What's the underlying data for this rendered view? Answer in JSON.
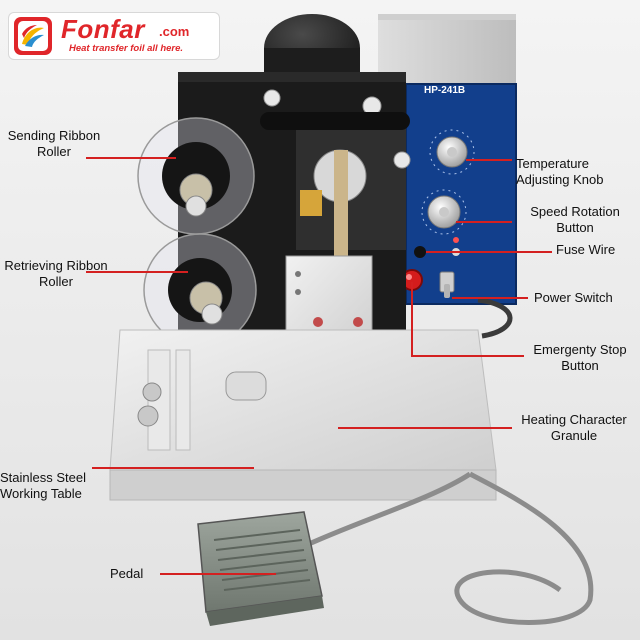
{
  "logo": {
    "brand": "Fonfar",
    "tld": ".com",
    "tagline": "Heat transfer foil all here."
  },
  "machine": {
    "model": "HP-241B"
  },
  "labels": {
    "sending_ribbon_roller": {
      "line1": "Sending Ribbon",
      "line2": "Roller"
    },
    "retrieving_ribbon_roller": {
      "line1": "Retrieving Ribbon",
      "line2": "Roller"
    },
    "stainless_steel_working_table": {
      "line1": "Stainless Steel",
      "line2": "Working Table"
    },
    "pedal": {
      "line1": "Pedal"
    },
    "temperature_adjusting_knob": {
      "line1": "Temperature",
      "line2": "Adjusting Knob"
    },
    "speed_rotation_button": {
      "line1": "Speed Rotation",
      "line2": "Button"
    },
    "fuse_wire": {
      "line1": "Fuse Wire"
    },
    "power_switch": {
      "line1": "Power Switch"
    },
    "emergency_stop_button": {
      "line1": "Emergenty Stop",
      "line2": "Button"
    },
    "heating_character_granule": {
      "line1": "Heating Character",
      "line2": "Granule"
    }
  },
  "colors": {
    "leader_line": "#d42020",
    "brand_red": "#e0262a",
    "control_panel_blue": "#123f8c"
  }
}
